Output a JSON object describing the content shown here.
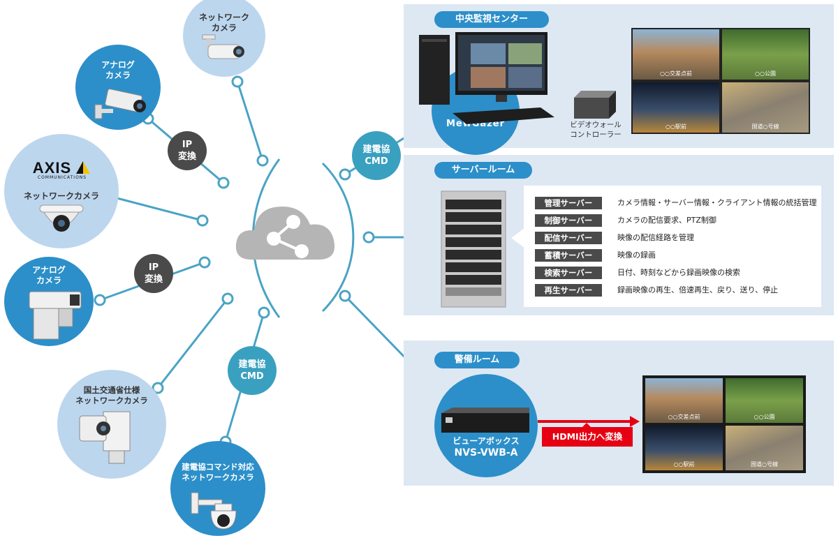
{
  "cameras": {
    "network_top": [
      "ネットワーク",
      "カメラ"
    ],
    "analog_top": [
      "アナログ",
      "カメラ"
    ],
    "axis": {
      "logo": "AXIS",
      "sub": "COMMUNICATIONS",
      "label": "ネットワークカメラ"
    },
    "analog_mid": [
      "アナログ",
      "カメラ"
    ],
    "mlit": [
      "国土交通省仕様",
      "ネットワークカメラ"
    ],
    "kendenkyo": [
      "建電協コマンド対応",
      "ネットワークカメラ"
    ]
  },
  "badges": {
    "ip1": [
      "IP",
      "変換"
    ],
    "ip2": [
      "IP",
      "変換"
    ],
    "cmd_left": [
      "建電協",
      "CMD"
    ],
    "cmd_right": [
      "建電協",
      "CMD"
    ]
  },
  "central": {
    "title": "中央監視センター",
    "software": "MewGazer",
    "controller": [
      "ビデオウォール",
      "コントローラー"
    ],
    "screens": [
      "○○交差点前",
      "○○公園",
      "○○駅前",
      "国道○号線"
    ]
  },
  "server_room": {
    "title": "サーバールーム",
    "roles": [
      {
        "name": "管理サーバー",
        "desc": "カメラ情報・サーバー情報・クライアント情報の統括管理"
      },
      {
        "name": "制御サーバー",
        "desc": "カメラの配信要求、PTZ制御"
      },
      {
        "name": "配信サーバー",
        "desc": "映像の配信経路を管理"
      },
      {
        "name": "蓄積サーバー",
        "desc": "映像の録画"
      },
      {
        "name": "検索サーバー",
        "desc": "日付、時刻などから録画映像の検索"
      },
      {
        "name": "再生サーバー",
        "desc": "録画映像の再生、倍速再生、戻り、送り、停止"
      }
    ]
  },
  "guard_room": {
    "title": "警備ルーム",
    "device": [
      "ビューアボックス",
      "NVS-VWB-A"
    ],
    "hdmi": "HDMI出力へ変換",
    "screens": [
      "○○交差点前",
      "○○公園",
      "○○駅前",
      "国道○号線"
    ]
  },
  "colors": {
    "line": "#4aa3c4",
    "dark_blue": "#2c8fc9",
    "light_blue": "#bcd6ee",
    "panel": "#dde8f3",
    "red": "#e60012",
    "badge_gray": "#4a4a4a",
    "badge_teal": "#3aa0c0"
  }
}
